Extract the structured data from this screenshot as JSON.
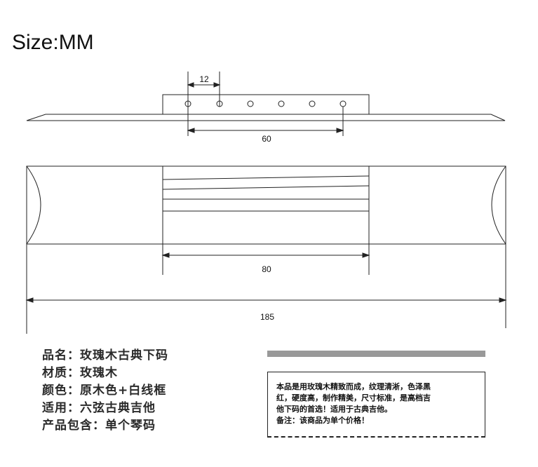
{
  "header": {
    "title": "Size:MM"
  },
  "dimensions": {
    "hole_spacing": "12",
    "hole_span": "60",
    "saddle_width": "80",
    "total_length": "185"
  },
  "specs": [
    "品名：玫瑰木古典下码",
    "材质：玫瑰木",
    "颜色：原木色+白线框",
    "适用：六弦古典吉他",
    "产品包含：单个琴码"
  ],
  "note": {
    "lines": [
      "本品是用玫瑰木精致而成，纹理清淅，色泽黑",
      "红，硬度高，制作精美，尺寸标准，是高档吉",
      "他下码的首选！适用于古典吉他。",
      "备注：该商品为单个价格！"
    ]
  }
}
